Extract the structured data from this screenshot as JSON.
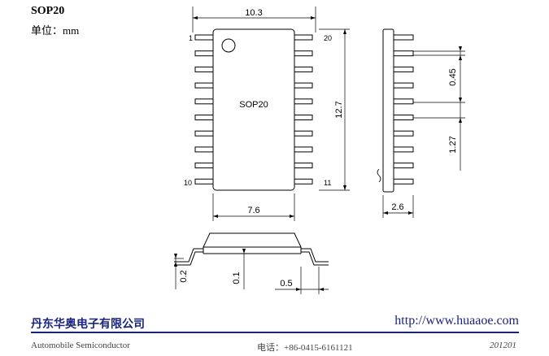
{
  "header": {
    "title": "SOP20",
    "unit": "单位：mm"
  },
  "top_view": {
    "label": "SOP20",
    "pin_first": "1",
    "pin_top_right": "20",
    "pin_bottom_left": "10",
    "pin_bottom_right": "11",
    "dim_width": "10.3",
    "dim_height": "12.7",
    "dim_body": "7.6"
  },
  "side_view": {
    "dim_lead_width": "0.45",
    "dim_pitch": "1.27",
    "dim_depth": "2.6"
  },
  "front_view": {
    "dim_thickness": "0.2",
    "dim_standoff": "0.1",
    "dim_lead_length": "0.5"
  },
  "footer": {
    "company": "丹东华奥电子有限公司",
    "url": "http://www.huaaoe.com",
    "subtitle": "Automobile Semiconductor",
    "phone": "电话：+86-0415-6161121",
    "code": "201201"
  }
}
